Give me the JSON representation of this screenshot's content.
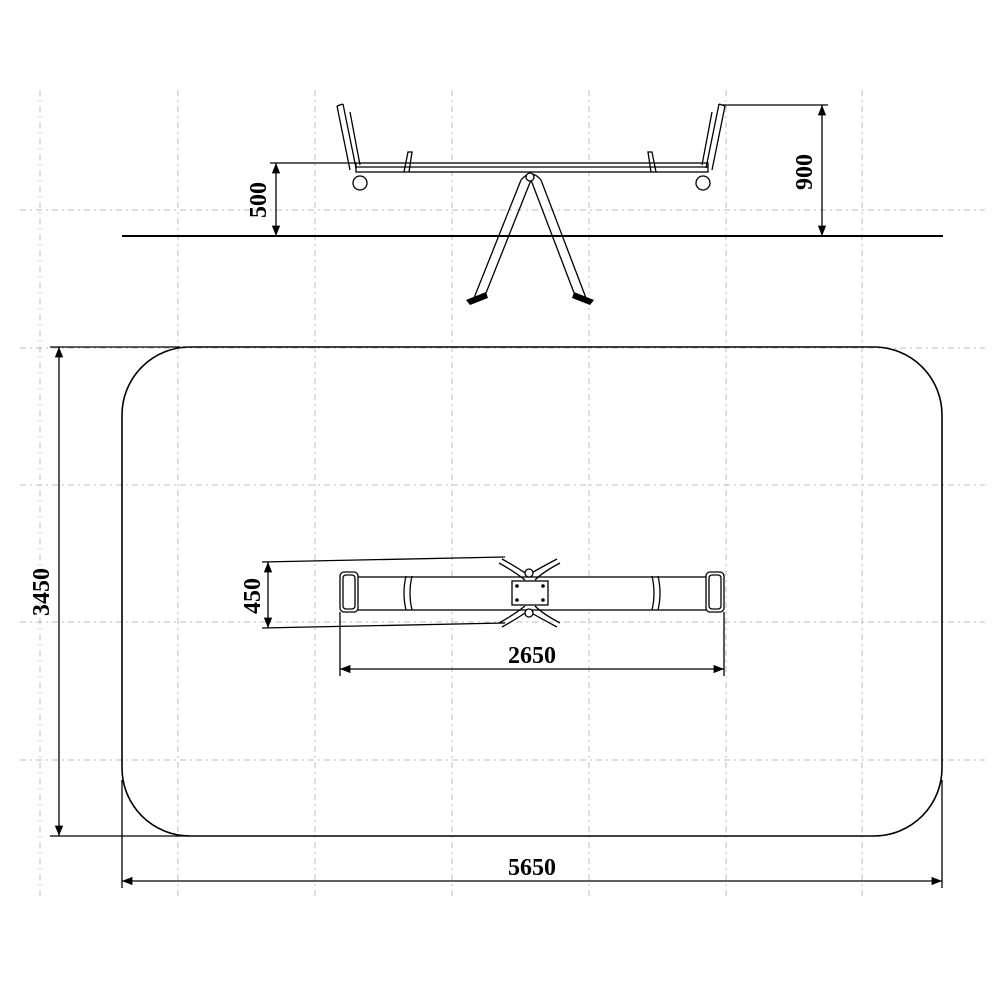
{
  "drawing": {
    "dimensions": {
      "seat_height": "500",
      "handle_height": "900",
      "width_seat": "450",
      "beam_length": "2650",
      "zone_length": "5650",
      "zone_width": "3450"
    }
  }
}
